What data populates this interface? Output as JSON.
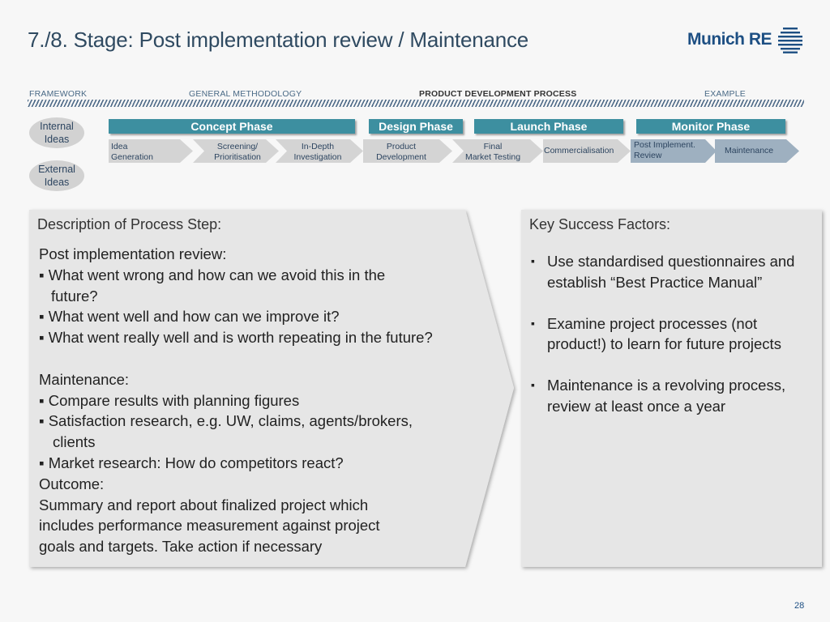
{
  "slide": {
    "title": "7./8. Stage: Post implementation review / Maintenance",
    "page_number": "28"
  },
  "logo": {
    "text": "Munich RE"
  },
  "nav": {
    "framework": "FRAMEWORK",
    "methodology": "GENERAL METHODOLOGY",
    "process": "PRODUCT DEVELOPMENT PROCESS",
    "example": "EXAMPLE"
  },
  "ideas": {
    "internal": "Internal Ideas",
    "external": "External Ideas"
  },
  "phases": {
    "concept": "Concept Phase",
    "design": "Design Phase",
    "launch": "Launch Phase",
    "monitor": "Monitor Phase"
  },
  "steps": {
    "idea_1": "Idea",
    "idea_2": "Generation",
    "screen_1": "Screening/",
    "screen_2": "Prioritisation",
    "indepth_1": "In-Depth",
    "indepth_2": "Investigation",
    "product_1": "Product",
    "product_2": "Development",
    "final_1": "Final",
    "final_2": "Market Testing",
    "commercialisation": "Commercialisation",
    "post_1": "Post Implement.",
    "post_2": "Review",
    "maintenance": "Maintenance"
  },
  "colors": {
    "phase": "#3d8fa0",
    "step": "#d4d4d4",
    "step_active": "#9eb0c0",
    "panel": "#e6e6e6",
    "brand": "#1d4f83"
  },
  "description": {
    "heading": "Description of Process Step:",
    "review_title": "Post implementation review:",
    "review_1a": "What went wrong and how can we avoid this in the",
    "review_1b": "future?",
    "review_2": "What went well and how can we improve it?",
    "review_3": "What went really well and is worth repeating in the future?",
    "maint_title": "Maintenance:",
    "maint_1": "Compare results with planning figures",
    "maint_2a": "Satisfaction research, e.g. UW, claims, agents/brokers,",
    "maint_2b": "clients",
    "maint_3": "Market research: How do competitors react?",
    "outcome_title": "Outcome:",
    "outcome_1": "Summary and report about finalized project which",
    "outcome_2": "includes performance measurement against project",
    "outcome_3": "goals and targets. Take action if necessary"
  },
  "key_success": {
    "heading": "Key Success Factors:",
    "f1": "Use standardised questionnaires and establish “Best Practice Manual”",
    "f2": "Examine project processes (not product!) to learn for future projects",
    "f3": "Maintenance is a revolving process, review at least once a year"
  }
}
